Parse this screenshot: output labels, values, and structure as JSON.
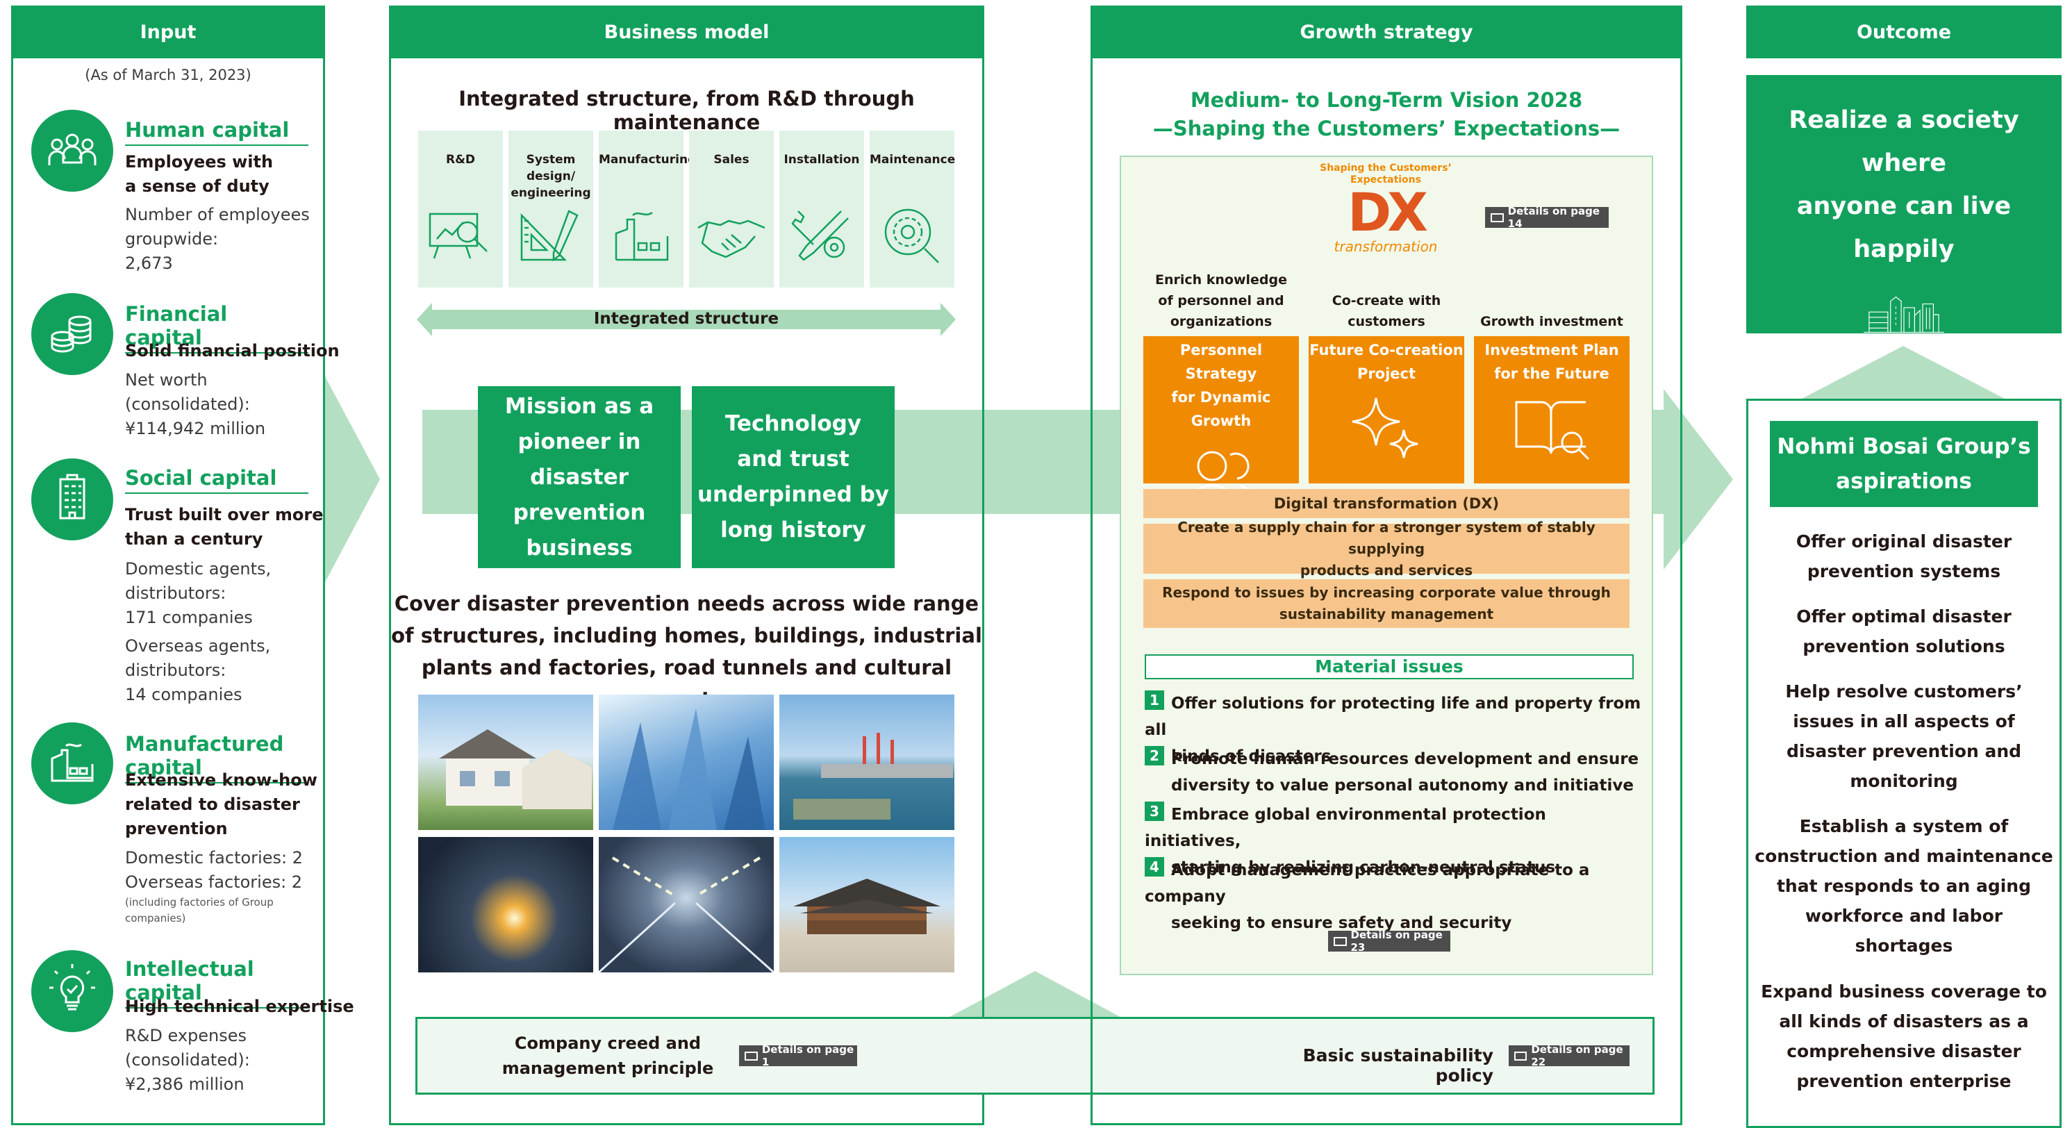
{
  "columns": {
    "input": "Input",
    "business": "Business model",
    "growth": "Growth strategy",
    "outcome": "Outcome"
  },
  "input": {
    "as_of": "(As of March 31, 2023)",
    "human": {
      "title": "Human capital",
      "strong": [
        "Employees with",
        "a sense of duty"
      ],
      "text": [
        "Number of employees",
        "groupwide:",
        "2,673"
      ]
    },
    "financial": {
      "title": "Financial capital",
      "strong": [
        "Solid financial position"
      ],
      "text": [
        "Net worth",
        "(consolidated):",
        "¥114,942 million"
      ]
    },
    "social": {
      "title": "Social capital",
      "strong": [
        "Trust built over more",
        "than a century"
      ],
      "text": [
        "Domestic agents,",
        "distributors:",
        "171 companies",
        "Overseas agents,",
        "distributors:",
        "14 companies"
      ]
    },
    "manufactured": {
      "title": "Manufactured capital",
      "strong": [
        "Extensive know-how",
        "related to disaster",
        "prevention"
      ],
      "text": [
        "Domestic factories: 2",
        "Overseas factories: 2"
      ],
      "small": [
        "(including factories of Group",
        "companies)"
      ]
    },
    "intellectual": {
      "title": "Intellectual capital",
      "strong": [
        "High technical expertise"
      ],
      "text": [
        "R&D expenses",
        "(consolidated):",
        "¥2,386 million"
      ]
    }
  },
  "business": {
    "heading": "Integrated structure, from R&D through maintenance",
    "steps": [
      "R&D",
      "System design/ engineering",
      "Manufacturing",
      "Sales",
      "Installation",
      "Maintenance"
    ],
    "integrated": "Integrated structure",
    "mission": [
      "Mission as a",
      "pioneer in disaster",
      "prevention",
      "business"
    ],
    "technology": [
      "Technology",
      "and trust",
      "underpinned by",
      "long history"
    ],
    "cover": [
      "Cover disaster prevention needs across wide range",
      "of structures, including homes, buildings, industrial",
      "plants and factories, road tunnels and cultural assets"
    ]
  },
  "growth": {
    "vision": [
      "Medium- to Long-Term Vision 2028",
      "—Shaping the Customers’ Expectations—"
    ],
    "dx_logo_top": [
      "Shaping the Customers’",
      "Expectations"
    ],
    "dx_logo_letters": "DX",
    "dx_logo_sub": "transformation",
    "details14": "Details on page 14",
    "pillar_captions": [
      [
        "Enrich knowledge",
        "of personnel and",
        "organizations"
      ],
      [
        "Co-create with",
        "customers"
      ],
      [
        "Growth investment"
      ]
    ],
    "pillars": [
      [
        "Personnel Strategy",
        "for Dynamic Growth"
      ],
      [
        "Future Co-creation",
        "Project"
      ],
      [
        "Investment Plan",
        "for the Future"
      ]
    ],
    "bars": [
      [
        "Digital transformation (DX)"
      ],
      [
        "Create a supply chain for a stronger system of stably supplying",
        "products and services"
      ],
      [
        "Respond to issues by increasing corporate value through",
        "sustainability management"
      ]
    ],
    "material_title": "Material issues",
    "material": [
      {
        "n": "1",
        "lines": [
          "Offer solutions for protecting life and property from all",
          "kinds of disasters"
        ]
      },
      {
        "n": "2",
        "lines": [
          "Promote human resources development and ensure",
          "diversity to value personal autonomy and initiative"
        ]
      },
      {
        "n": "3",
        "lines": [
          "Embrace global environmental protection initiatives,",
          "starting by realizing carbon-neutral status"
        ]
      },
      {
        "n": "4",
        "lines": [
          "Adopt management practices appropriate to a company",
          "seeking to ensure safety and security"
        ]
      }
    ],
    "details23": "Details on page 23"
  },
  "footer": {
    "creed": [
      "Company creed and",
      "management principle"
    ],
    "details1": "Details on page 1",
    "policy": "Basic sustainability policy",
    "details22": "Details on page 22"
  },
  "outcome": {
    "realize": [
      "Realize a society where",
      "anyone can live happily"
    ],
    "aspirations_title": [
      "Nohmi Bosai Group’s",
      "aspirations"
    ],
    "aspirations": [
      [
        "Offer original disaster",
        "prevention systems"
      ],
      [
        "Offer optimal disaster",
        "prevention solutions"
      ],
      [
        "Help resolve customers’",
        "issues in all aspects of",
        "disaster prevention and",
        "monitoring"
      ],
      [
        "Establish a system of",
        "construction and maintenance",
        "that responds to an aging",
        "workforce and labor",
        "shortages"
      ],
      [
        "Expand business coverage to",
        "all kinds of disasters as a",
        "comprehensive disaster",
        "prevention enterprise"
      ]
    ]
  },
  "colors": {
    "green": "#12a15d",
    "light_green": "#dff2e5",
    "arrow_green": "#a8d9b8",
    "orange": "#f08a00",
    "peach": "#f7c58c",
    "cream": "#f2f8ea"
  },
  "icons": [
    "people-icon",
    "coins-icon",
    "building-icon",
    "factory-icon",
    "lightbulb-icon",
    "presentation-icon",
    "drafting-icon",
    "handshake-icon",
    "tools-icon",
    "gear-search-icon",
    "person-pair-icon",
    "sparkle-icon",
    "book-search-icon",
    "city-skyline-icon"
  ]
}
